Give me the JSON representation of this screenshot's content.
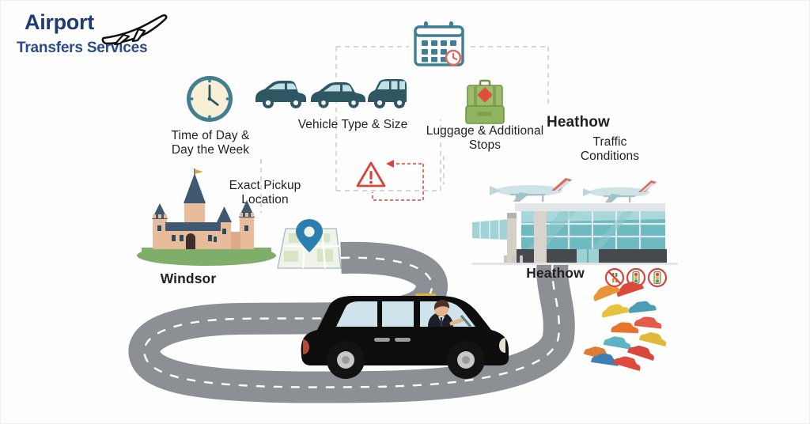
{
  "brand": {
    "line1": "Airport",
    "line2": "Transfers Services",
    "plane_icon": "airplane-icon",
    "color_primary": "#1f3b73",
    "color_secondary": "#2a4a8c"
  },
  "factors": [
    {
      "id": "time-of-day",
      "icon": "clock-icon",
      "label_line1": "Time of Day &",
      "label_line2": "Day the Week"
    },
    {
      "id": "vehicle-type",
      "icon": "cars-icon",
      "label_line1": "Vehicle Type & Size",
      "label_line2": ""
    },
    {
      "id": "date-calendar",
      "icon": "calendar-icon",
      "label_line1": "",
      "label_line2": ""
    },
    {
      "id": "luggage-stops",
      "icon": "luggage-icon",
      "label_line1": "Luggage & Additional",
      "label_line2": "Stops"
    },
    {
      "id": "traffic-conditions",
      "icon": "warning-triangle-icon",
      "label_line1": "Traffic",
      "label_line2": "Conditions"
    },
    {
      "id": "exact-pickup",
      "icon": "map-pin-icon",
      "label_line1": "Exact Pickup",
      "label_line2": "Location"
    }
  ],
  "headings": {
    "destination_heading": "Heathow"
  },
  "places": {
    "origin_label": "Windsor",
    "destination_label": "Heathow"
  },
  "traffic_signs": [
    {
      "id": "no-entry-sign",
      "name": "prohibition-sign"
    },
    {
      "id": "traffic-light-1",
      "name": "traffic-light-icon"
    },
    {
      "id": "traffic-light-2",
      "name": "traffic-light-icon"
    }
  ],
  "scene": {
    "taxi": "black-taxi-cab",
    "taxi_driver": "driver-figure",
    "taxi_roof_sign": "taxi-roof-sign",
    "castle": "windsor-castle-illustration",
    "terminal": "airport-terminal-illustration",
    "airplanes": [
      "airplane-left",
      "airplane-right"
    ],
    "road": "curved-road",
    "queue_cars": [
      "#d94a3d",
      "#e9933a",
      "#e8c23c",
      "#4a9fb5",
      "#e35b4a",
      "#e8732f",
      "#5bb3c4",
      "#3f7fb5",
      "#d8483a",
      "#e07a35",
      "#e0b93b",
      "#4f93bb"
    ]
  },
  "colors": {
    "road": "#8c9094",
    "road_line": "#ffffff",
    "teal_dark": "#2e5663",
    "teal": "#4a8b9c",
    "green_bag": "#8fb561",
    "red_accent": "#d9443a",
    "calendar": "#3f7f93",
    "castle_wall": "#e8bc9b",
    "castle_roof": "#3f5a70",
    "grass": "#7eae6a",
    "terminal_glass": "#7dc4c9"
  }
}
